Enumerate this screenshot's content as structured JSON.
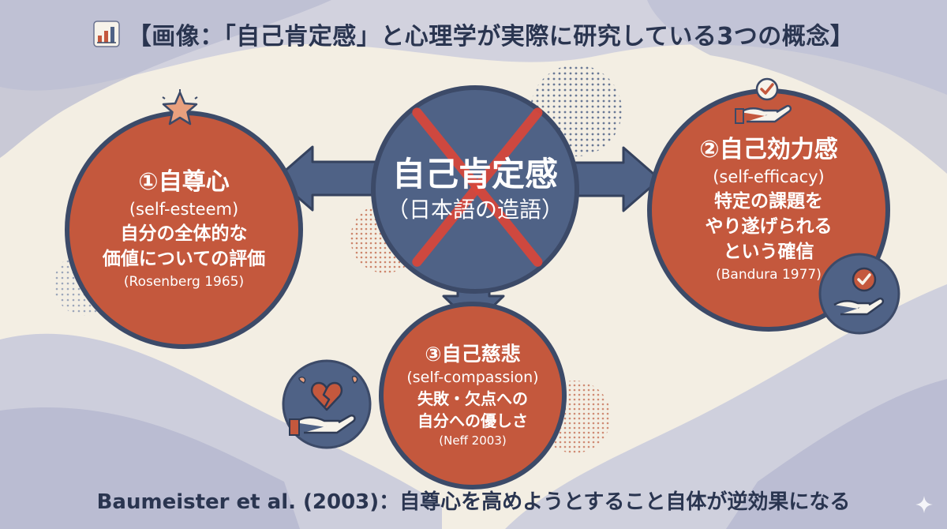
{
  "title": {
    "text": "【画像：「自己肯定感」と心理学が実際に研究している3つの概念】",
    "icon": "bar-chart-icon"
  },
  "center": {
    "title": "自己肯定感",
    "subtitle": "（日本語の造語）",
    "cross_icon": "red-x-icon"
  },
  "concepts": [
    {
      "title": "①自尊心",
      "en": "(self-esteem)",
      "desc_lines": [
        "自分の全体的な",
        "価値についての評価"
      ],
      "cite": "(Rosenberg 1965)",
      "icon": "star-icon"
    },
    {
      "title": "②自己効力感",
      "en": "(self-efficacy)",
      "desc_lines": [
        "特定の課題を",
        "やり遂げられる",
        "という確信"
      ],
      "cite": "(Bandura 1977)",
      "icon": "hand-check-icon"
    },
    {
      "title": "③自己慈悲",
      "en": "(self-compassion)",
      "desc_lines": [
        "失敗・欠点への",
        "自分への優しさ"
      ],
      "cite": "(Neff 2003)",
      "icon": "broken-heart-hand-icon"
    }
  ],
  "footer": {
    "text": "Baumeister et al. (2003)：自尊心を高めようとすること自体が逆効果になる"
  },
  "colors": {
    "orange": "#c4583d",
    "navy": "#3c4a68",
    "center_blue": "#4f6286",
    "cross_red": "#d9463a",
    "text_dark": "#2a3550",
    "background": "#f3eee3"
  }
}
